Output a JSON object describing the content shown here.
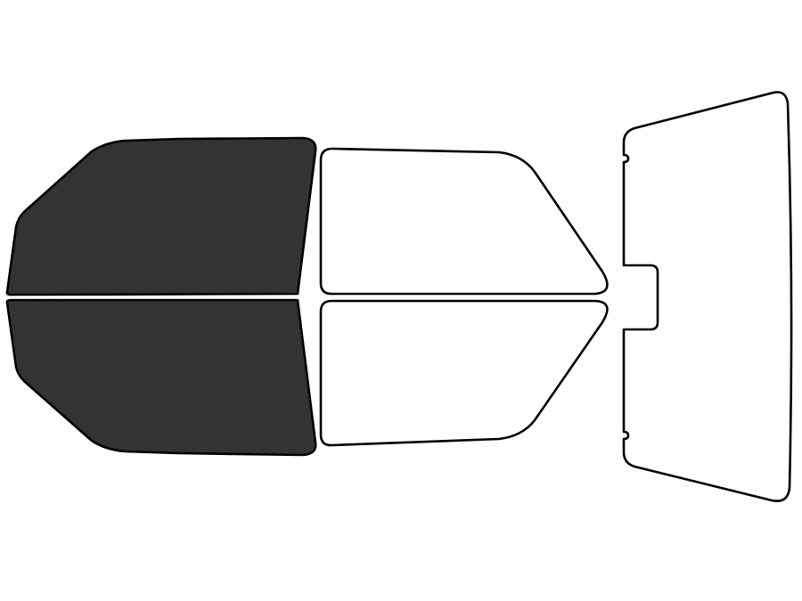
{
  "colors": {
    "background": "#ffffff",
    "outline": "#000000",
    "tinted": "#333333",
    "untinted": "#ffffff"
  },
  "windows": [
    {
      "id": "front-door-upper",
      "tinted": true
    },
    {
      "id": "front-door-lower",
      "tinted": true
    },
    {
      "id": "rear-door-upper",
      "tinted": false
    },
    {
      "id": "rear-door-lower",
      "tinted": false
    },
    {
      "id": "rear-windshield",
      "tinted": false
    }
  ]
}
